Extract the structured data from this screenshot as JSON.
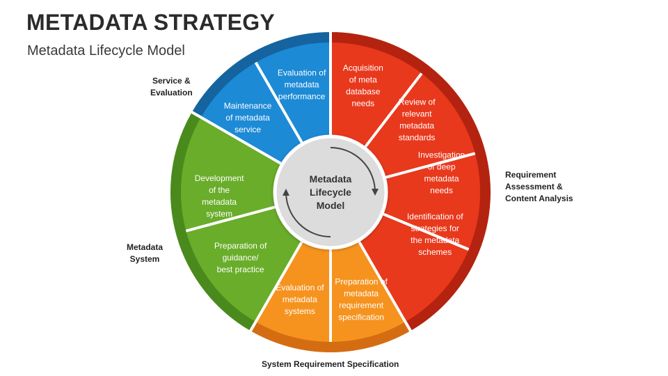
{
  "header": {
    "title": "METADATA STRATEGY",
    "subtitle": "Metadata Lifecycle Model"
  },
  "center": {
    "lines": [
      "Metadata",
      "Lifecycle",
      "Model"
    ]
  },
  "colors": {
    "red": "#e8391d",
    "red_rim": "#b42310",
    "orange": "#f5931e",
    "orange_rim": "#d46d12",
    "green": "#69ad2a",
    "green_rim": "#4a8a1d",
    "blue": "#1d8ad6",
    "blue_rim": "#15649f",
    "center_fill": "#dcdcdc"
  },
  "phases": [
    {
      "name": "Requirement Assessment & Content Analysis",
      "label_lines": [
        "Requirement",
        "Assessment &",
        "Content Analysis"
      ],
      "color_key": "red",
      "steps": [
        {
          "lines": [
            "Acquisition",
            "of meta",
            "database",
            "needs"
          ]
        },
        {
          "lines": [
            "Review of",
            "relevant",
            "metadata",
            "standards"
          ]
        },
        {
          "lines": [
            "Investigation",
            "of deep",
            "metadata",
            "needs"
          ]
        },
        {
          "lines": [
            "Identification of",
            "strategies for",
            "the metadata",
            "schemes"
          ]
        }
      ]
    },
    {
      "name": "System Requirement Specification",
      "label_lines": [
        "System Requirement Specification"
      ],
      "color_key": "orange",
      "steps": [
        {
          "lines": [
            "Preparation of",
            "metadata",
            "requirement",
            "specification"
          ]
        },
        {
          "lines": [
            "Evaluation of",
            "metadata",
            "systems"
          ]
        }
      ]
    },
    {
      "name": "Metadata System",
      "label_lines": [
        "Metadata",
        "System"
      ],
      "color_key": "green",
      "steps": [
        {
          "lines": [
            "Preparation of",
            "guidance/",
            "best practice"
          ]
        },
        {
          "lines": [
            "Development",
            "of the",
            "metadata",
            "system"
          ]
        }
      ]
    },
    {
      "name": "Service & Evaluation",
      "label_lines": [
        "Service &",
        "Evaluation"
      ],
      "color_key": "blue",
      "steps": [
        {
          "lines": [
            "Maintenance",
            "of metadata",
            "service"
          ]
        },
        {
          "lines": [
            "Evaluation of",
            "metadata",
            "performance"
          ]
        }
      ]
    }
  ]
}
